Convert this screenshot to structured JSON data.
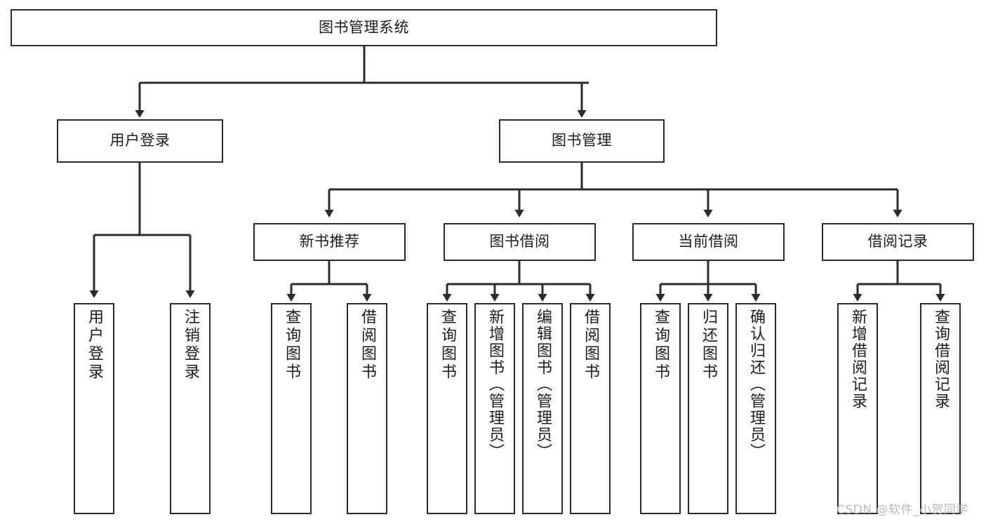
{
  "diagram": {
    "type": "tree",
    "title": "图书管理系统",
    "root": {
      "id": "root",
      "label": "图书管理系统",
      "level": 1
    },
    "levels": [
      {
        "level": 2,
        "nodes": [
          {
            "id": "user-login",
            "label": "用户登录"
          },
          {
            "id": "book-manage",
            "label": "图书管理"
          }
        ]
      },
      {
        "level": 3,
        "parent": "book-manage",
        "nodes": [
          {
            "id": "new-book-rec",
            "label": "新书推荐"
          },
          {
            "id": "book-borrow",
            "label": "图书借阅"
          },
          {
            "id": "current-borrow",
            "label": "当前借阅"
          },
          {
            "id": "borrow-record",
            "label": "借阅记录"
          }
        ]
      },
      {
        "level": 4,
        "groups": [
          {
            "parent": "user-login",
            "nodes": [
              {
                "id": "leaf-user-login",
                "label": "用户登录"
              },
              {
                "id": "leaf-user-logout",
                "label": "注销登录"
              }
            ]
          },
          {
            "parent": "new-book-rec",
            "nodes": [
              {
                "id": "leaf-query-book-1",
                "label": "查询图书"
              },
              {
                "id": "leaf-borrow-book-1",
                "label": "借阅图书"
              }
            ]
          },
          {
            "parent": "book-borrow",
            "nodes": [
              {
                "id": "leaf-query-book-2",
                "label": "查询图书"
              },
              {
                "id": "leaf-add-book",
                "label": "新增图书（管理员）"
              },
              {
                "id": "leaf-edit-book",
                "label": "编辑图书（管理员）"
              },
              {
                "id": "leaf-borrow-book-2",
                "label": "借阅图书"
              }
            ]
          },
          {
            "parent": "current-borrow",
            "nodes": [
              {
                "id": "leaf-query-book-3",
                "label": "查询图书"
              },
              {
                "id": "leaf-return-book",
                "label": "归还图书"
              },
              {
                "id": "leaf-confirm-return",
                "label": "确认归还（管理员）"
              }
            ]
          },
          {
            "parent": "borrow-record",
            "nodes": [
              {
                "id": "leaf-add-record",
                "label": "新增借阅记录"
              },
              {
                "id": "leaf-query-record",
                "label": "查询借阅记录"
              }
            ]
          }
        ]
      }
    ],
    "colors": {
      "box_border": "#2b2b2b",
      "box_fill": "#ffffff",
      "connector": "#2b2b2b",
      "text": "#1c1c1c",
      "background": "#ffffff",
      "watermark": "#b9b9b9"
    }
  },
  "watermark": {
    "text": "CSDN @软件_小贺同学"
  }
}
